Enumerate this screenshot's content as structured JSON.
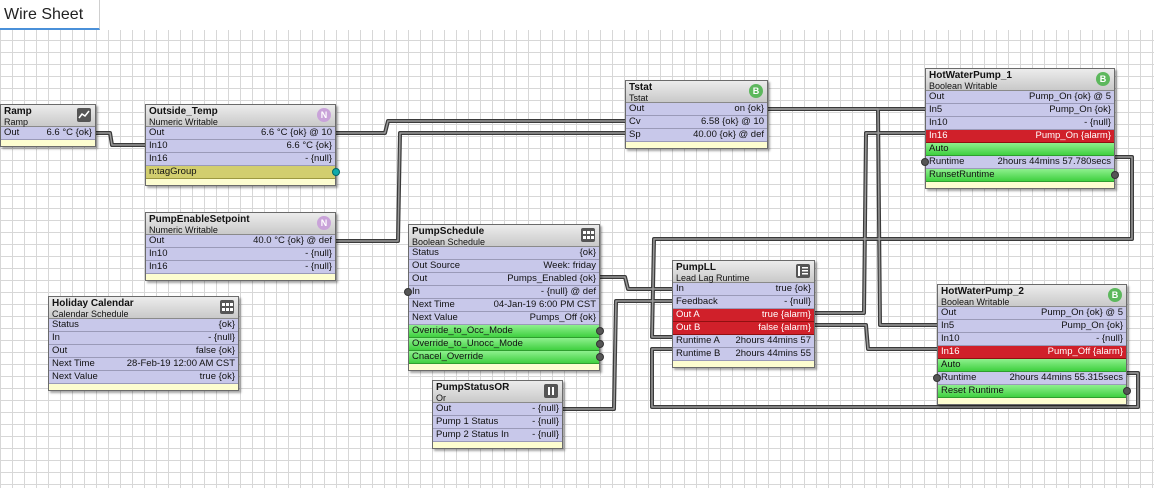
{
  "tab": {
    "title": "Wire Sheet"
  },
  "blocks": {
    "ramp": {
      "title": "Ramp",
      "subtitle": "Ramp",
      "rows": [
        {
          "label": "Out",
          "value": "6.6 °C {ok}"
        }
      ]
    },
    "outside_temp": {
      "title": "Outside_Temp",
      "subtitle": "Numeric Writable",
      "badge": "N",
      "rows": [
        {
          "label": "Out",
          "value": "6.6 °C {ok} @ 10"
        },
        {
          "label": "In10",
          "value": "6.6 °C {ok}"
        },
        {
          "label": "In16",
          "value": "- {null}"
        },
        {
          "label": "n:tagGroup",
          "value": ""
        }
      ]
    },
    "pump_enable_setpoint": {
      "title": "PumpEnableSetpoint",
      "subtitle": "Numeric Writable",
      "badge": "N",
      "rows": [
        {
          "label": "Out",
          "value": "40.0 °C {ok} @ def"
        },
        {
          "label": "In10",
          "value": "- {null}"
        },
        {
          "label": "In16",
          "value": "- {null}"
        }
      ]
    },
    "holiday_calendar": {
      "title": "Holiday Calendar",
      "subtitle": "Calendar Schedule",
      "rows": [
        {
          "label": "Status",
          "value": "{ok}"
        },
        {
          "label": "In",
          "value": "- {null}"
        },
        {
          "label": "Out",
          "value": "false {ok}"
        },
        {
          "label": "Next Time",
          "value": "28-Feb-19 12:00 AM CST"
        },
        {
          "label": "Next Value",
          "value": "true {ok}"
        }
      ]
    },
    "tstat": {
      "title": "Tstat",
      "subtitle": "Tstat",
      "badge": "B",
      "rows": [
        {
          "label": "Out",
          "value": "on {ok}"
        },
        {
          "label": "Cv",
          "value": "6.58 {ok} @ 10"
        },
        {
          "label": "Sp",
          "value": "40.00 {ok} @ def"
        }
      ]
    },
    "pump_schedule": {
      "title": "PumpSchedule",
      "subtitle": "Boolean Schedule",
      "rows": [
        {
          "label": "Status",
          "value": "{ok}"
        },
        {
          "label": "Out Source",
          "value": "Week: friday"
        },
        {
          "label": "Out",
          "value": "Pumps_Enabled {ok}"
        },
        {
          "label": "In",
          "value": "- {null} @ def"
        },
        {
          "label": "Next Time",
          "value": "04-Jan-19 6:00 PM CST"
        },
        {
          "label": "Next Value",
          "value": "Pumps_Off {ok}"
        },
        {
          "label": "Override_to_Occ_Mode",
          "value": ""
        },
        {
          "label": "Override_to_Unocc_Mode",
          "value": ""
        },
        {
          "label": "Cnacel_Override",
          "value": ""
        }
      ]
    },
    "pump_status_or": {
      "title": "PumpStatusOR",
      "subtitle": "Or",
      "rows": [
        {
          "label": "Out",
          "value": "- {null}"
        },
        {
          "label": "Pump 1 Status",
          "value": "- {null}"
        },
        {
          "label": "Pump 2 Status In",
          "value": "- {null}"
        }
      ]
    },
    "pump_ll": {
      "title": "PumpLL",
      "subtitle": "Lead Lag Runtime",
      "rows": [
        {
          "label": "In",
          "value": "true {ok}"
        },
        {
          "label": "Feedback",
          "value": "- {null}"
        },
        {
          "label": "Out A",
          "value": "true {alarm}"
        },
        {
          "label": "Out B",
          "value": "false {alarm}"
        },
        {
          "label": "Runtime A",
          "value": "2hours 44mins 57"
        },
        {
          "label": "Runtime B",
          "value": "2hours 44mins 55"
        }
      ]
    },
    "hot_water_pump_1": {
      "title": "HotWaterPump_1",
      "subtitle": "Boolean Writable",
      "badge": "B",
      "rows": [
        {
          "label": "Out",
          "value": "Pump_On {ok} @ 5"
        },
        {
          "label": "In5",
          "value": "Pump_On {ok}"
        },
        {
          "label": "In10",
          "value": "- {null}"
        },
        {
          "label": "In16",
          "value": "Pump_On {alarm}"
        },
        {
          "label": "Auto",
          "value": ""
        },
        {
          "label": "Runtime",
          "value": "2hours 44mins 57.780secs"
        },
        {
          "label": "RunsetRuntime",
          "value": ""
        }
      ]
    },
    "hot_water_pump_2": {
      "title": "HotWaterPump_2",
      "subtitle": "Boolean Writable",
      "badge": "B",
      "rows": [
        {
          "label": "Out",
          "value": "Pump_On {ok} @ 5"
        },
        {
          "label": "In5",
          "value": "Pump_On {ok}"
        },
        {
          "label": "In10",
          "value": "- {null}"
        },
        {
          "label": "In16",
          "value": "Pump_Off {alarm}"
        },
        {
          "label": "Auto",
          "value": ""
        },
        {
          "label": "Runtime",
          "value": "2hours 44mins 55.315secs"
        },
        {
          "label": "Reset Runtime",
          "value": ""
        }
      ]
    }
  }
}
